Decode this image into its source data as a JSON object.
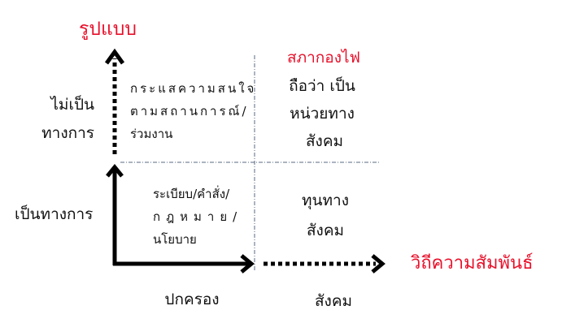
{
  "colors": {
    "accent": "#e8102a",
    "axis": "#000000",
    "grid": "#5a6a80"
  },
  "axes": {
    "y_label": "รูปแบบ",
    "x_label": "วิถีความสัมพันธ์",
    "y_informal": [
      "ไม่เป็น",
      "ทางการ"
    ],
    "y_formal": "เป็นทางการ",
    "x_governance": "ปกครอง",
    "x_social": "สังคม"
  },
  "quadrants": {
    "top_left": [
      "กระแสความสนใจ",
      "ตามสถานการณ์/",
      "ร่วมงาน"
    ],
    "top_right_title": "สภากองไฟ",
    "top_right": [
      "ถือว่า เป็น",
      "หน่วยทาง",
      "สังคม"
    ],
    "bottom_left": [
      "ระเบียบ/คำสั่ง/",
      "กฎหมาย/",
      "นโยบาย"
    ],
    "bottom_right": [
      "ทุนทาง",
      "สังคม"
    ]
  }
}
